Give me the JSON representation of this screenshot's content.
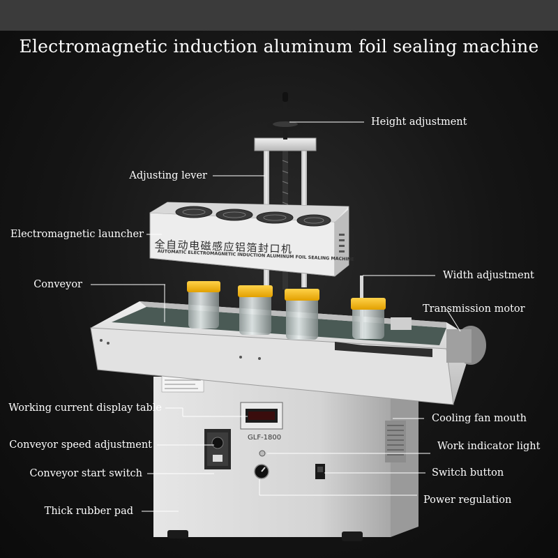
{
  "title": "Electromagnetic induction aluminum foil sealing machine",
  "machine": {
    "cn_label": "全自动电磁感应铝箔封口机",
    "en_label": "AUTOMATIC ELECTROMAGNETIC INDUCTION ALUMINUM FOIL SEALING MACHINE",
    "model": "GLF-1800"
  },
  "labels": {
    "height_adjustment": "Height adjustment",
    "adjusting_lever": "Adjusting lever",
    "electromagnetic_launcher": "Electromagnetic launcher",
    "width_adjustment": "Width adjustment",
    "conveyor": "Conveyor",
    "transmission_motor": "Transmission motor",
    "working_current_display_table": "Working current display table",
    "cooling_fan_mouth": "Cooling fan mouth",
    "conveyor_speed_adjustment": "Conveyor speed adjustment",
    "work_indicator_light": "Work indicator light",
    "conveyor_start_switch": "Conveyor start switch",
    "switch_button": "Switch button",
    "power_regulation": "Power regulation",
    "thick_rubber_pad": "Thick rubber pad"
  },
  "colors": {
    "background": "#151515",
    "steel": "#d6d6d6",
    "jar_lid": "#f2b400",
    "belt": "#4a5a55"
  }
}
